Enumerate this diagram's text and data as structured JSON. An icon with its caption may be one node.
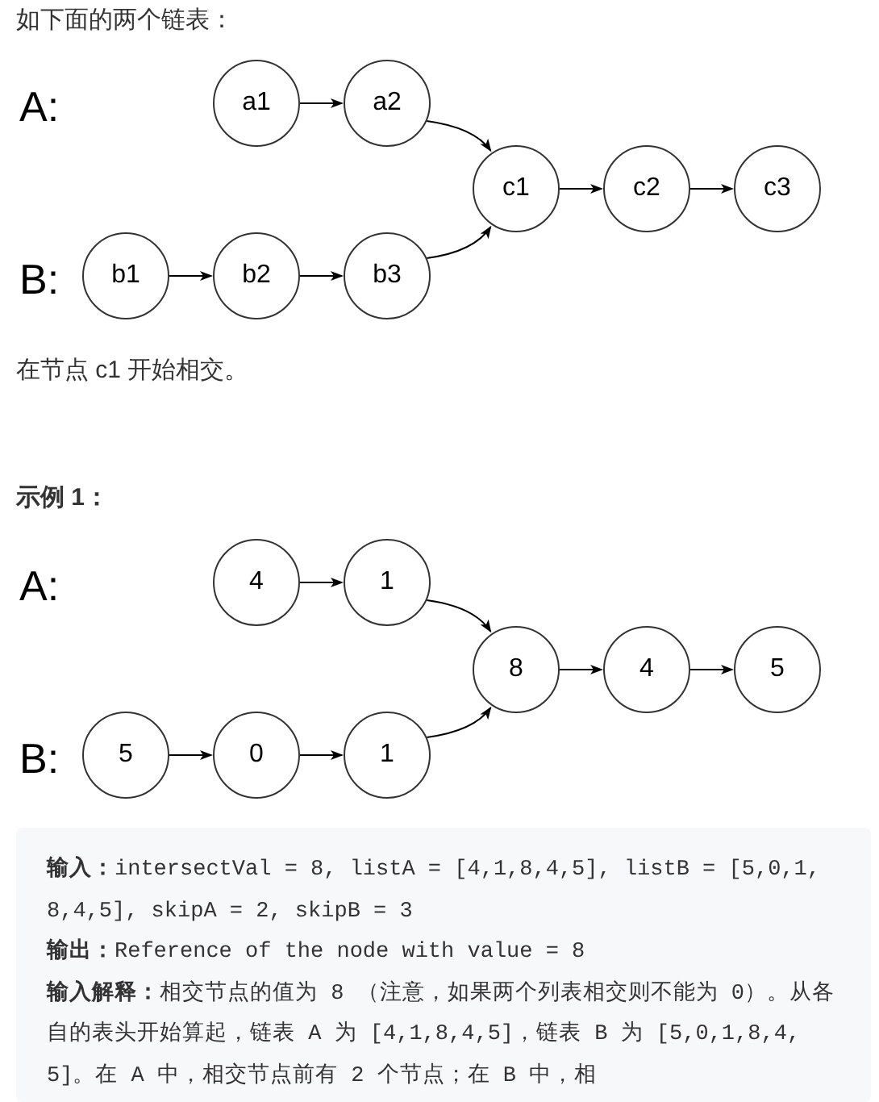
{
  "diagram": {
    "nodes": [
      {
        "text": [
          "a1"
        ]
      },
      {
        "text": [
          "a2"
        ]
      },
      {
        "text": [
          "c1"
        ]
      },
      {
        "text": [
          "c2"
        ]
      },
      {
        "text": [
          "c3"
        ]
      },
      {
        "text": [
          "b1"
        ]
      },
      {
        "text": [
          "b2"
        ]
      },
      {
        "text": [
          "b3"
        ]
      },
      {
        "text": [
          "4"
        ]
      },
      {
        "text": [
          "1"
        ]
      },
      {
        "text": [
          "8"
        ]
      },
      {
        "text": [
          "4"
        ]
      },
      {
        "text": [
          "5"
        ]
      },
      {
        "text": [
          "5"
        ]
      },
      {
        "text": [
          "0"
        ]
      },
      {
        "text": [
          "1"
        ]
      }
    ],
    "edges": [
      {
        "from": 0,
        "to": 1,
        "arrow": "to"
      },
      {
        "from": 1,
        "to": 2,
        "arrow": "to"
      },
      {
        "from": 2,
        "to": 3,
        "arrow": "to"
      },
      {
        "from": 3,
        "to": 4,
        "arrow": "to"
      },
      {
        "from": 5,
        "to": 6,
        "arrow": "to"
      },
      {
        "from": 6,
        "to": 7,
        "arrow": "to"
      },
      {
        "from": 7,
        "to": 2,
        "arrow": "to"
      },
      {
        "from": 8,
        "to": 9,
        "arrow": "to"
      },
      {
        "from": 9,
        "to": 10,
        "arrow": "to"
      },
      {
        "from": 10,
        "to": 11,
        "arrow": "to"
      },
      {
        "from": 11,
        "to": 12,
        "arrow": "to"
      },
      {
        "from": 13,
        "to": 14,
        "arrow": "to"
      },
      {
        "from": 14,
        "to": 15,
        "arrow": "to"
      },
      {
        "from": 15,
        "to": 10,
        "arrow": "to"
      }
    ],
    "labels": [
      "如下面的两个链表：",
      "A:",
      "B:",
      "在节点 c1 开始相交。",
      "示例 1：",
      "A:",
      "B:",
      "**输入：**intersectVal = 8, listA = [4,1,8,4,5], listB = [5,0,1,8,4,5], skipA = 2, skipB = 3",
      "**输出：**Reference of the node with value = 8",
      "**输入解释：**相交节点的值为 8 （注意，如果两个列表相交则不能为 0）。从各自的表头开始算起，链表 A 为 [4,1,8,4,5]，链表 B 为 [5,0,1,8,4,5]。在 A 中，相交节点前有 2 个节点；在 B 中，相"
    ]
  }
}
